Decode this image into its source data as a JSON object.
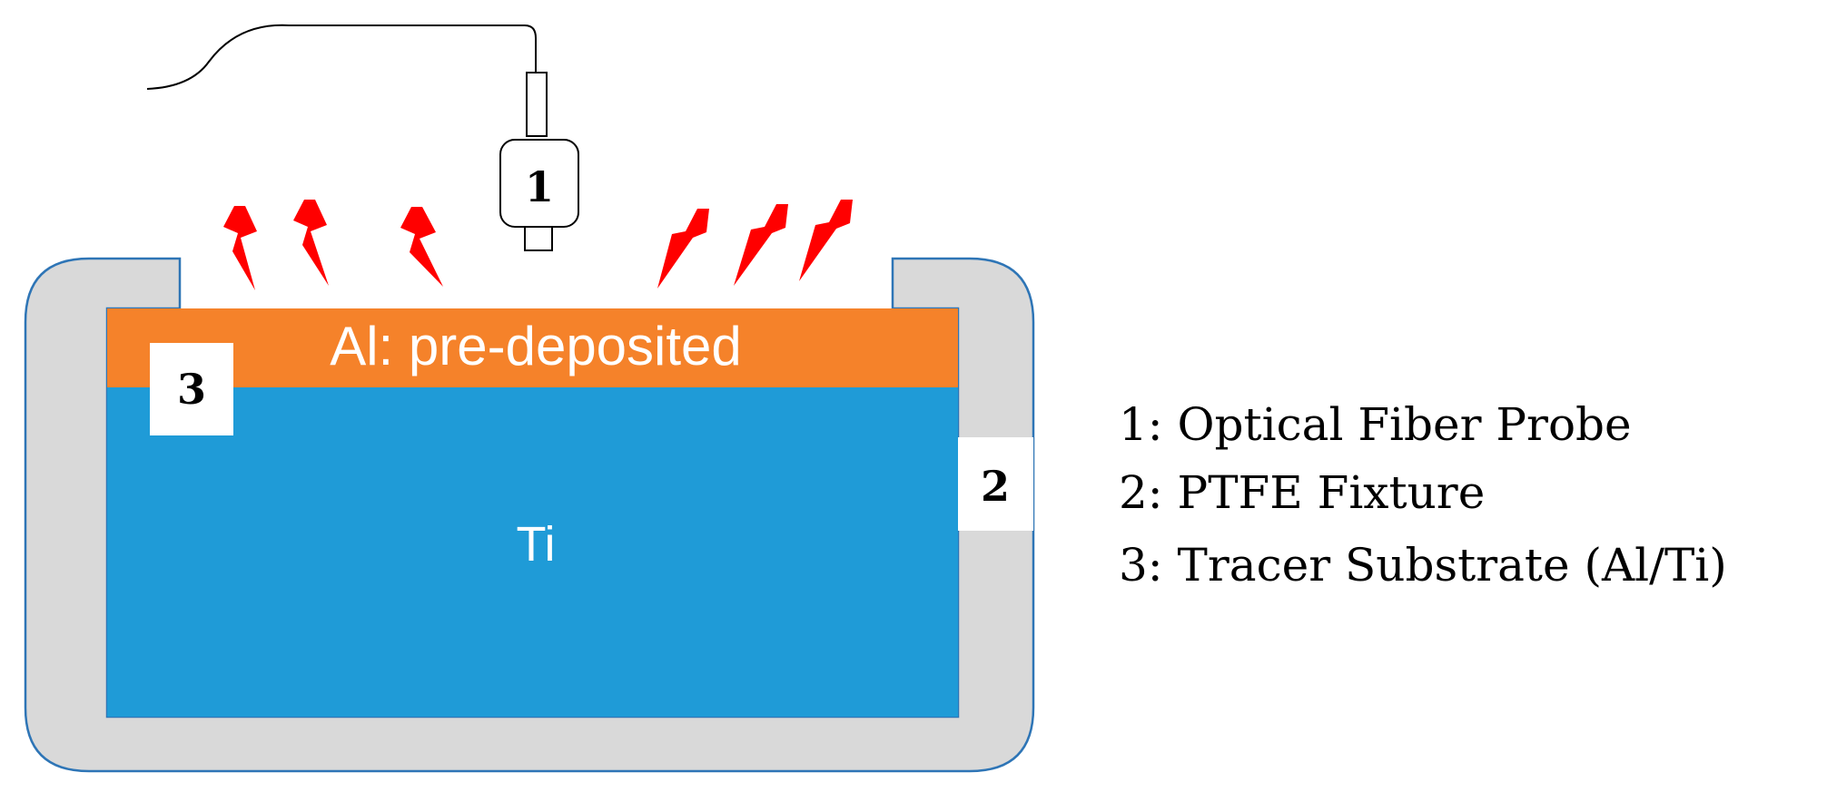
{
  "labels": {
    "probe_marker": "1",
    "fixture_marker": "2",
    "substrate_marker": "3",
    "al_layer": "Al: pre-deposited",
    "ti_layer": "Ti"
  },
  "legend": {
    "items": [
      {
        "text": "1: Optical Fiber Probe"
      },
      {
        "text": "2: PTFE Fixture"
      },
      {
        "text": "3: Tracer Substrate (Al/Ti)"
      }
    ]
  },
  "colors": {
    "fixture_fill": "#d9d9d9",
    "fixture_stroke": "#2e75b6",
    "ti_fill": "#1f9bd7",
    "al_fill": "#f5822a",
    "spark": "#ff0000",
    "text_white": "#ffffff",
    "text_dark": "#000000"
  }
}
